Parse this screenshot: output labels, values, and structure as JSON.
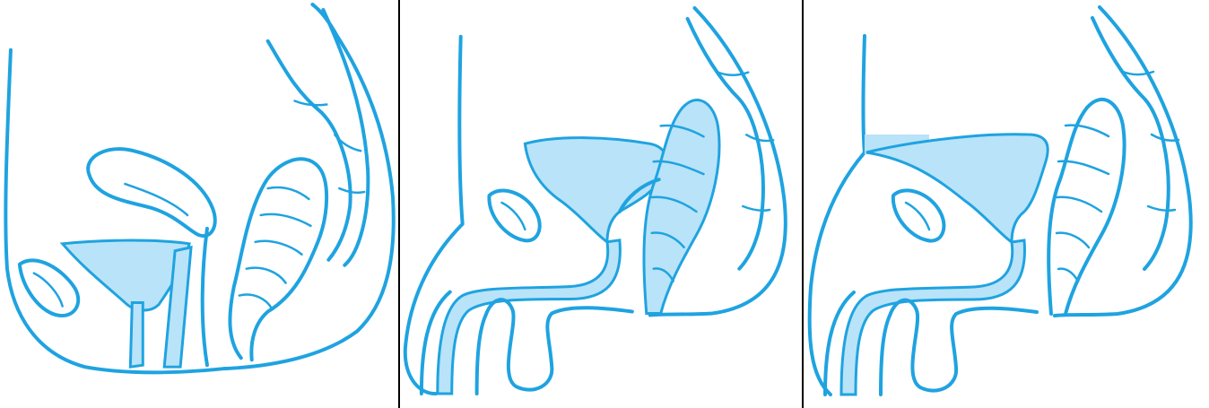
{
  "figure": {
    "panels": [
      "female-pelvis-sagittal",
      "male-pelvis-sagittal-full-bladder",
      "male-pelvis-sagittal-bladder-variant"
    ],
    "colors": {
      "outline": "#1fa3e0",
      "fill": "#b9e3f8",
      "background": "#ffffff",
      "divider": "#000000"
    }
  }
}
